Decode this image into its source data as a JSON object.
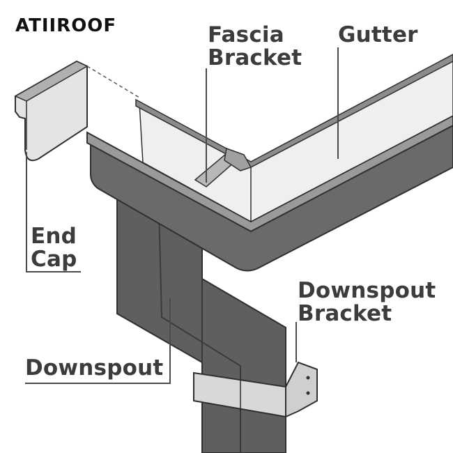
{
  "brand": {
    "logo_text": "ATIIROOF"
  },
  "labels": {
    "fascia_bracket": [
      "Fascia",
      "Bracket"
    ],
    "gutter": "Gutter",
    "end_cap": [
      "End",
      "Cap"
    ],
    "downspout_bracket": [
      "Downspout",
      "Bracket"
    ],
    "downspout": "Downspout"
  },
  "colors": {
    "metal_dark": "#5e5e5e",
    "metal_mid": "#7a7a7a",
    "metal_light": "#bdbdbd",
    "gutter_inner": "#ededed",
    "text": "#3c3c3c",
    "leader_line": "#4a4a4a"
  }
}
